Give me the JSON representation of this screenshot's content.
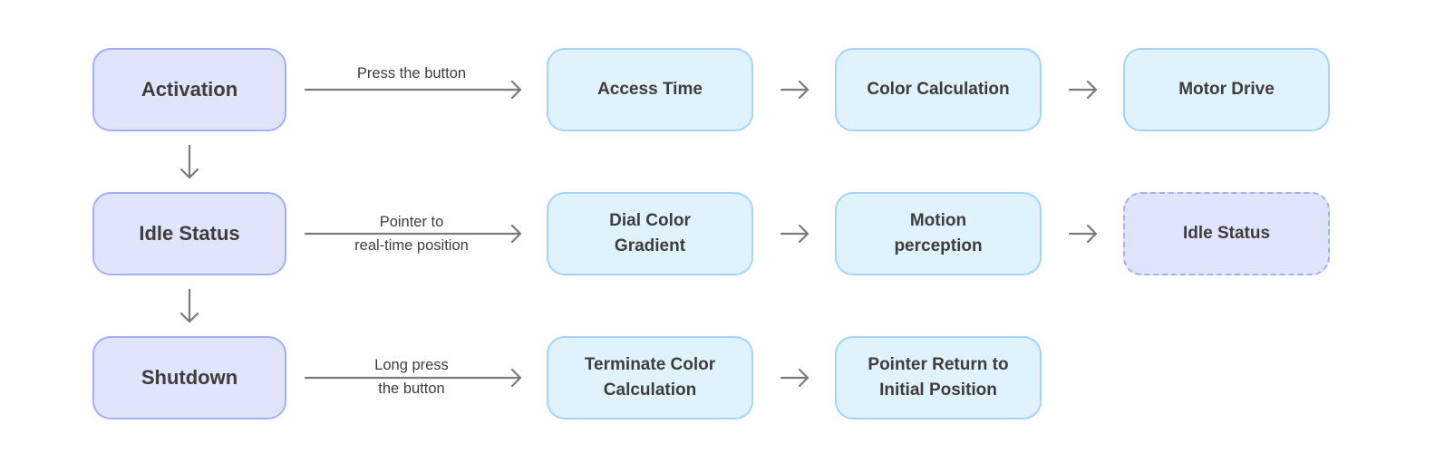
{
  "diagram": {
    "states": {
      "activation": "Activation",
      "idle": "Idle Status",
      "shutdown": "Shutdown"
    },
    "edge_labels": {
      "activation": "Press the button",
      "idle": "Pointer to\nreal-time position",
      "shutdown": "Long press\nthe button"
    },
    "row1": {
      "step1": "Access Time",
      "step2": "Color Calculation",
      "step3": "Motor Drive"
    },
    "row2": {
      "step1": "Dial Color\nGradient",
      "step2": "Motion\nperception",
      "step3": "Idle Status"
    },
    "row3": {
      "step1": "Terminate Color\nCalculation",
      "step2": "Pointer Return to\nInitial Position"
    },
    "colors": {
      "state_fill": "#e1e5fc",
      "state_border": "#a3b0f2",
      "step_fill": "#e0f2fb",
      "step_border": "#a7d4f4",
      "arrow": "#7a7a7a",
      "text": "#3d3d3d"
    }
  }
}
